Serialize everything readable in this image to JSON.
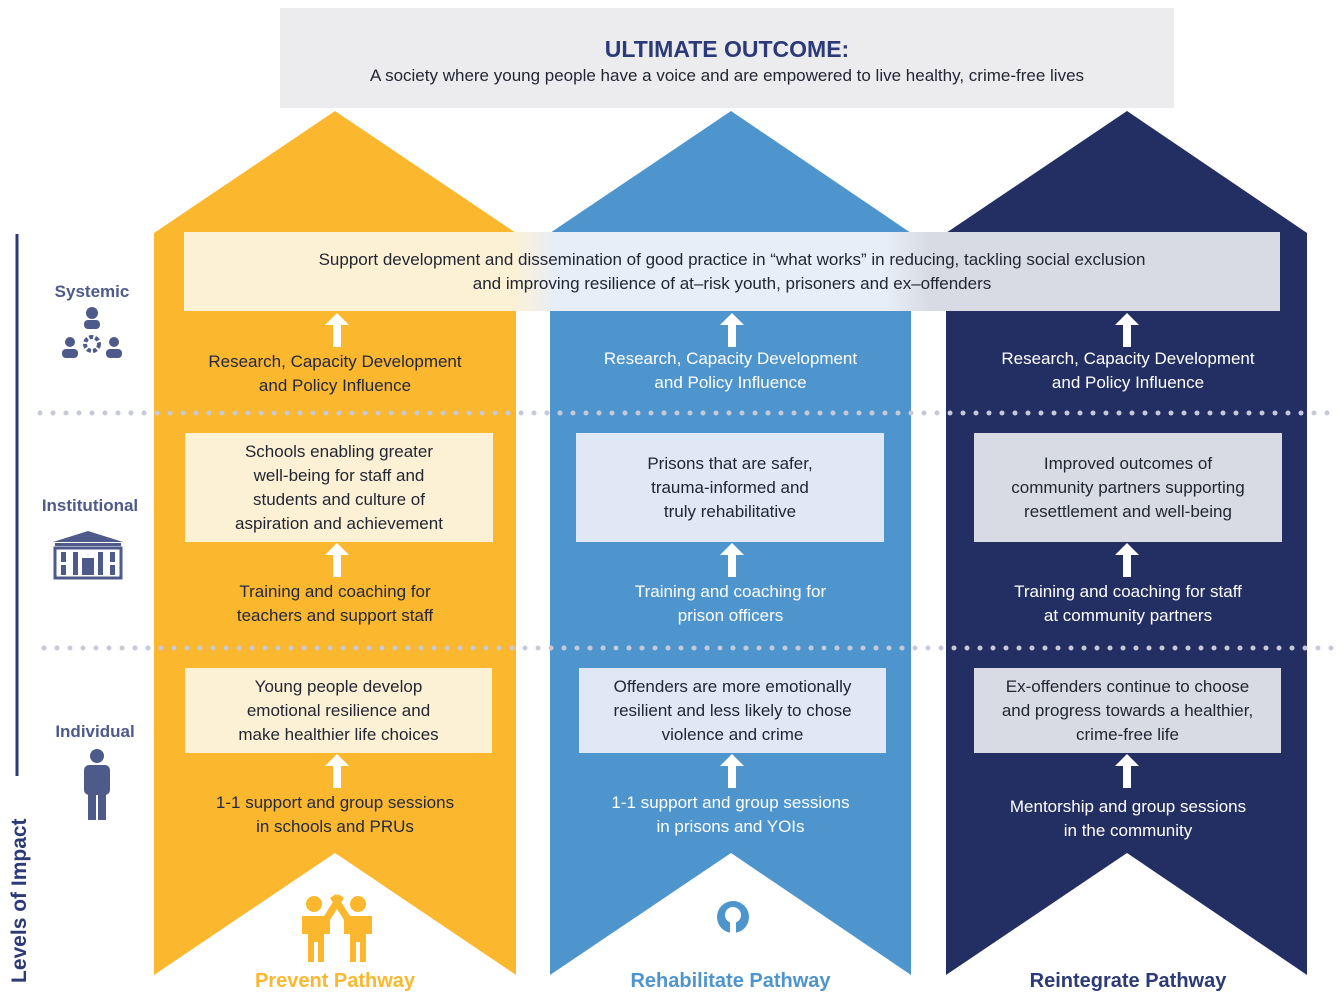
{
  "outcome": {
    "title": "ULTIMATE OUTCOME:",
    "text": "A society where young people have a voice and are empowered to live healthy, crime-free lives"
  },
  "axis_label": "Levels of Impact",
  "levels": [
    "Systemic",
    "Institutional",
    "Individual"
  ],
  "systemic_box": [
    "Support development and dissemination of good practice in “what works” in reducing, tackling social exclusion",
    "and improving resilience of at–risk youth, prisoners and ex–offenders"
  ],
  "pathways": [
    {
      "name": "Prevent Pathway",
      "systemic_label": [
        "Research, Capacity Development",
        "and Policy Influence"
      ],
      "institutional_box": [
        "Schools enabling greater",
        "well-being for staff and",
        "students and culture of",
        "aspiration and achievement"
      ],
      "institutional_label": [
        "Training and coaching for",
        "teachers and support staff"
      ],
      "individual_box": [
        "Young people develop",
        "emotional resilience and",
        "make healthier life choices"
      ],
      "individual_label": [
        "1-1 support and group sessions",
        "in schools and PRUs"
      ],
      "icon": "people-high-five-icon"
    },
    {
      "name": "Rehabilitate Pathway",
      "systemic_label": [
        "Research, Capacity Development",
        "and Policy Influence"
      ],
      "institutional_box": [
        "Prisons that are safer,",
        "trauma-informed and",
        "truly rehabilitative"
      ],
      "institutional_label": [
        "Training and coaching for",
        "prison officers"
      ],
      "individual_box": [
        "Offenders are more emotionally",
        "resilient and less likely to chose",
        "violence and crime"
      ],
      "individual_label": [
        "1-1 support and group sessions",
        "in prisons and YOIs"
      ],
      "icon": "head-lightbulb-icon"
    },
    {
      "name": "Reintegrate Pathway",
      "systemic_label": [
        "Research, Capacity Development",
        "and Policy Influence"
      ],
      "institutional_box": [
        "Improved outcomes of",
        "community partners supporting",
        "resettlement and well-being"
      ],
      "institutional_label": [
        "Training and coaching for staff",
        "at community partners"
      ],
      "individual_box": [
        "Ex-offenders continue to choose",
        "and progress towards a healthier,",
        "crime-free life"
      ],
      "individual_label": [
        "Mentorship and group sessions",
        "in the community"
      ],
      "icon": "circle-orbit-icon"
    }
  ],
  "colors": {
    "prevent": "#fbb82f",
    "rehabilitate": "#4f95cd",
    "reintegrate": "#232e63",
    "heading": "#2c3a78",
    "dots": "#c6c9d8"
  }
}
